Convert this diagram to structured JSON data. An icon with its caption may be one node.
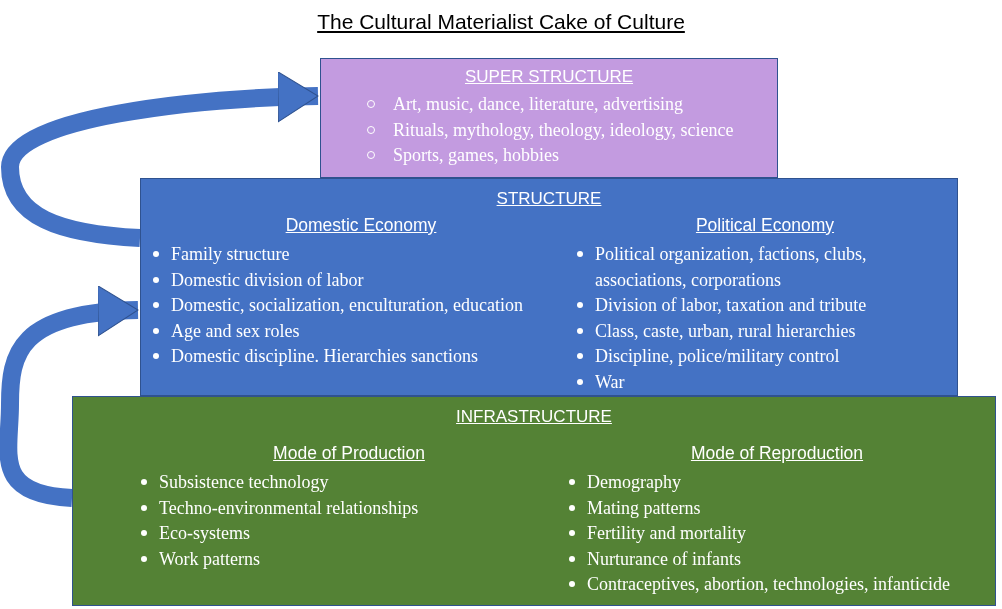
{
  "diagram": {
    "title": "The Cultural Materialist Cake of Culture",
    "nodes": [
      {
        "text": [
          "SUPER STRUCTURE",
          "Art, music, dance, literature, advertising",
          "Rituals, mythology, theology, ideology, science",
          "Sports, games, hobbies"
        ]
      },
      {
        "text": [
          "STRUCTURE",
          "Domestic Economy",
          "Family structure",
          "Domestic division of labor",
          "Domestic, socialization, enculturation, education",
          "Age and sex roles",
          "Domestic discipline. Hierarchies sanctions",
          "Political Economy",
          "Political organization, factions, clubs, associations, corporations",
          "Division of labor, taxation and tribute",
          "Class, caste, urban, rural hierarchies",
          "Discipline, police/military control",
          "War"
        ]
      },
      {
        "text": [
          "INFRASTRUCTURE",
          "Mode of Production",
          "Subsistence technology",
          "Techno-environmental relationships",
          "Eco-systems",
          "Work patterns",
          "Mode of Reproduction",
          "Demography",
          "Mating patterns",
          "Fertility and mortality",
          "Nurturance of infants",
          "Contraceptives, abortion, technologies, infanticide"
        ]
      }
    ],
    "edges": [
      {
        "from": 1,
        "to": 0,
        "arrow": "to"
      },
      {
        "from": 2,
        "to": 1,
        "arrow": "to"
      }
    ]
  }
}
